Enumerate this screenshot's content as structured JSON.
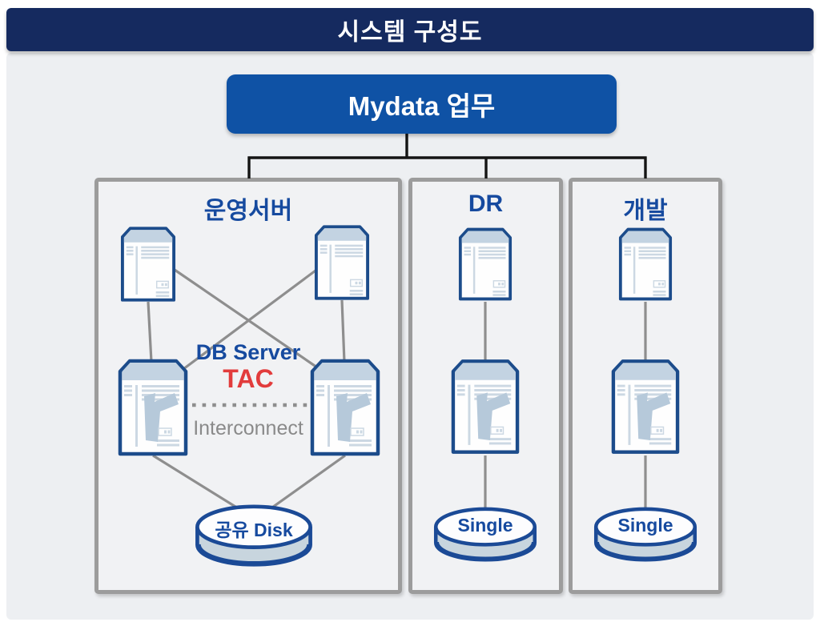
{
  "header": {
    "title": "시스템 구성도"
  },
  "root": {
    "label": "Mydata 업무"
  },
  "panels": [
    {
      "title": "운영서버",
      "db_label": "DB Server",
      "cluster_label": "TAC",
      "interconnect_label": "Interconnect",
      "storage_label": "공유 Disk",
      "app_server_count": 2,
      "db_server_count": 2
    },
    {
      "title": "DR",
      "storage_label": "Single",
      "app_server_count": 1,
      "db_server_count": 1
    },
    {
      "title": "개발",
      "storage_label": "Single",
      "app_server_count": 1,
      "db_server_count": 1
    }
  ],
  "icons": {
    "app_server": "app-server-icon",
    "db_server": "db-server-icon",
    "storage": "storage-cylinder-icon"
  },
  "colors": {
    "header_bg": "#152a5f",
    "root_node_bg": "#0f52a5",
    "label_blue": "#164a9f",
    "cluster_red": "#e23c3c",
    "panel_border": "#9c9c9c",
    "server_border": "#1c4c8b",
    "server_accent": "#c3d3e2",
    "storage_side": "#c8d5de",
    "connector_black": "#141414",
    "connector_gray": "#8e8e8e",
    "background": "#edeff2"
  }
}
